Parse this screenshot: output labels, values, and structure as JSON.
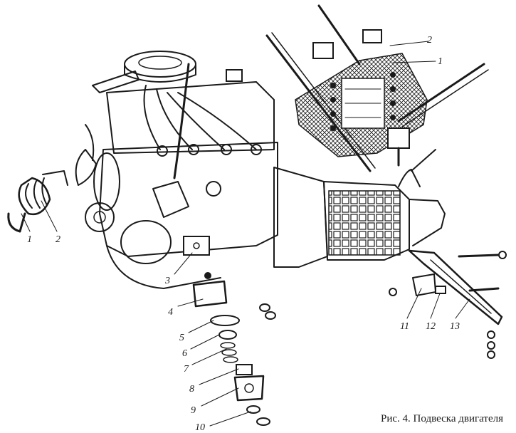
{
  "caption": "Рис. 4. Подвеска двигателя",
  "callouts": {
    "c1": "1",
    "c2": "2",
    "c3": "3",
    "c4": "4",
    "c5": "5",
    "c6": "6",
    "c7": "7",
    "c8": "8",
    "c9": "9",
    "c10": "10",
    "c11": "11",
    "c12": "12",
    "c13": "13",
    "inset1": "1",
    "inset2": "2"
  }
}
